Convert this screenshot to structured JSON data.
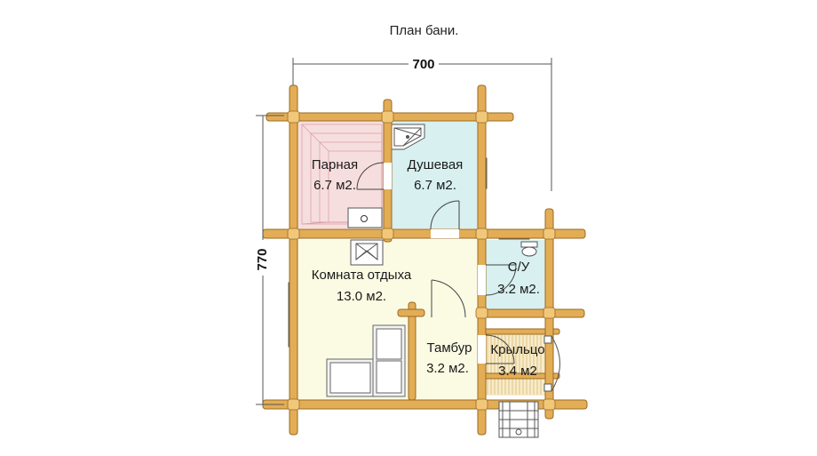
{
  "title": "План бани.",
  "dimensions": {
    "width": "700",
    "height": "770"
  },
  "rooms": [
    {
      "name": "Парная",
      "area": "6.7 м2."
    },
    {
      "name": "Душевая",
      "area": "6.7 м2."
    },
    {
      "name": "Комната отдыха",
      "area": "13.0 м2."
    },
    {
      "name": "С/У",
      "area": "3.2 м2."
    },
    {
      "name": "Тамбур",
      "area": "3.2 м2."
    },
    {
      "name": "Крыльцо",
      "area": "3.4 м2"
    }
  ],
  "colors": {
    "log": "#e3ad56",
    "log_edge": "#9a6a22",
    "steam_room": "#f7dede",
    "wet_room": "#d8f0f0",
    "living_room": "#fbfbe4",
    "porch": "#f8ecc8"
  }
}
